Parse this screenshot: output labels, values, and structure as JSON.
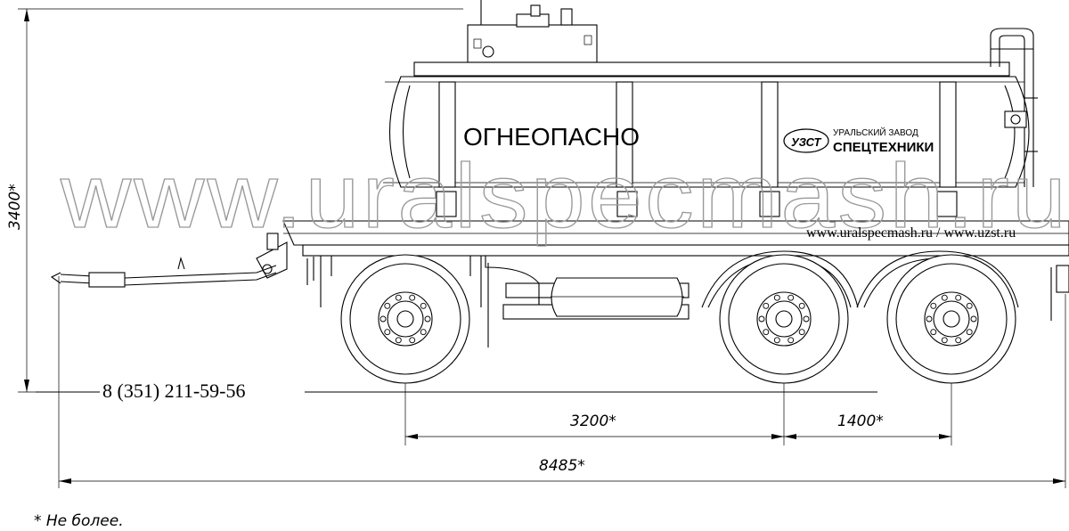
{
  "tank_label": "ОГНЕОПАСНО",
  "logo": {
    "abbr": "УЗСТ",
    "line1": "УРАЛЬСКИЙ ЗАВОД",
    "line2": "СПЕЦТЕХНИКИ"
  },
  "watermark": "www.uralspecmash.ru",
  "websites": "www.uralspecmash.ru / www.uzst.ru",
  "phone": "8 (351) 211-59-56",
  "dimensions": {
    "height": "3400*",
    "wheelbase": "3200*",
    "axle_spacing": "1400*",
    "overall_length": "8485*"
  },
  "footnote": "* Не более."
}
